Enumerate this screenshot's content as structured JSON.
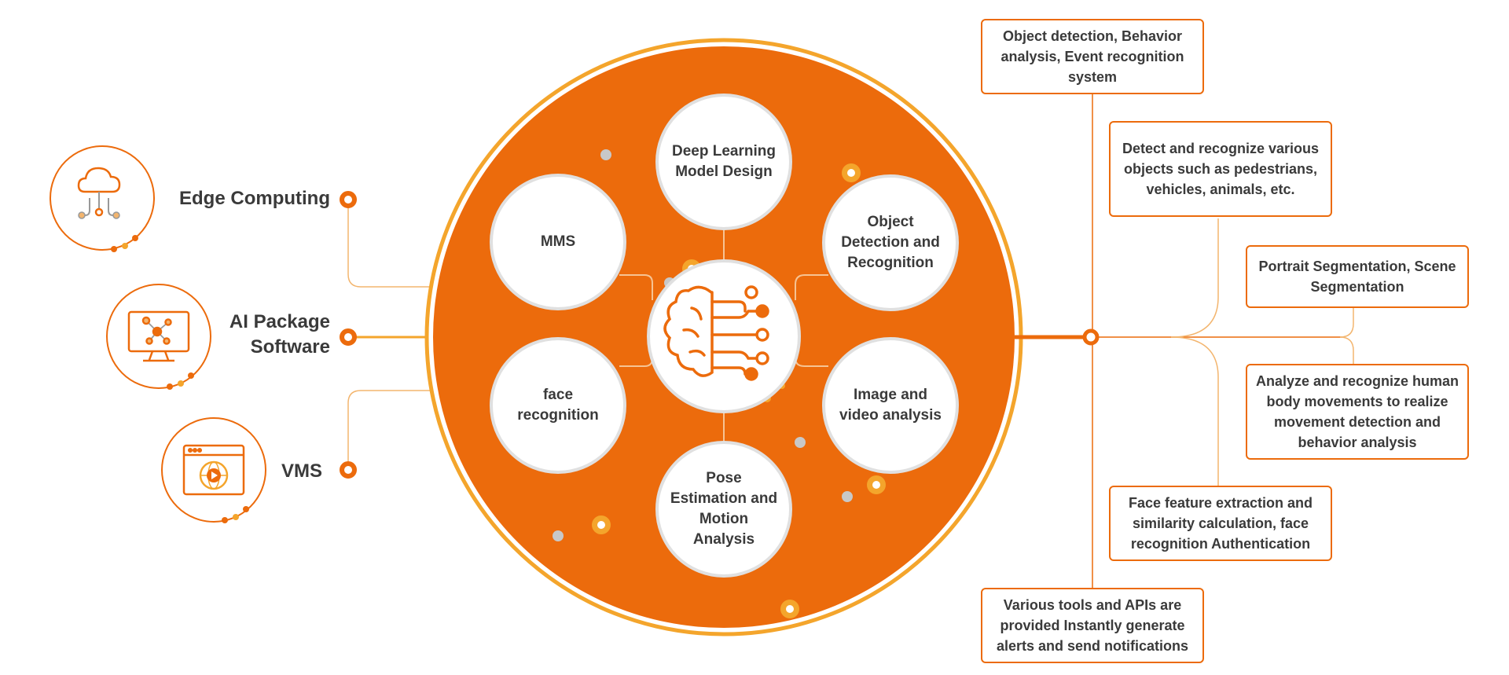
{
  "colors": {
    "primary_orange": "#ec6b0c",
    "ring_orange": "#f4a52c",
    "light_orange": "#f3b56e",
    "text_dark": "#3a3a3a",
    "dot_grey": "#c8c8c8",
    "white": "#ffffff"
  },
  "left_items": [
    {
      "label": "Edge Computing",
      "icon": "cloud-network-icon"
    },
    {
      "label": "AI Package Software",
      "icon": "monitor-network-icon"
    },
    {
      "label": "VMS",
      "icon": "video-player-icon"
    }
  ],
  "center": {
    "hub_icon": "brain-circuit-icon",
    "circles": [
      {
        "key": "deep",
        "label": "Deep Learning Model Design"
      },
      {
        "key": "object",
        "label": "Object Detection and Recognition"
      },
      {
        "key": "image",
        "label": "Image and video analysis"
      },
      {
        "key": "pose",
        "label": "Pose Estimation and Motion Analysis"
      },
      {
        "key": "face",
        "label": "face recognition"
      },
      {
        "key": "mms",
        "label": "MMS"
      }
    ]
  },
  "right_boxes": [
    {
      "key": "object-detection",
      "text": "Object detection, Behavior analysis, Event recognition system"
    },
    {
      "key": "detect-recognize",
      "text": "Detect and recognize various objects such as pedestrians, vehicles, animals, etc."
    },
    {
      "key": "segmentation",
      "text": "Portrait Segmentation, Scene Segmentation"
    },
    {
      "key": "movement",
      "text": "Analyze and recognize human body movements to realize movement detection and behavior analysis"
    },
    {
      "key": "face-feature",
      "text": "Face feature extraction and similarity calculation, face recognition Authentication"
    },
    {
      "key": "tools-apis",
      "text": "Various tools and APIs are provided Instantly generate alerts and send notifications"
    }
  ]
}
